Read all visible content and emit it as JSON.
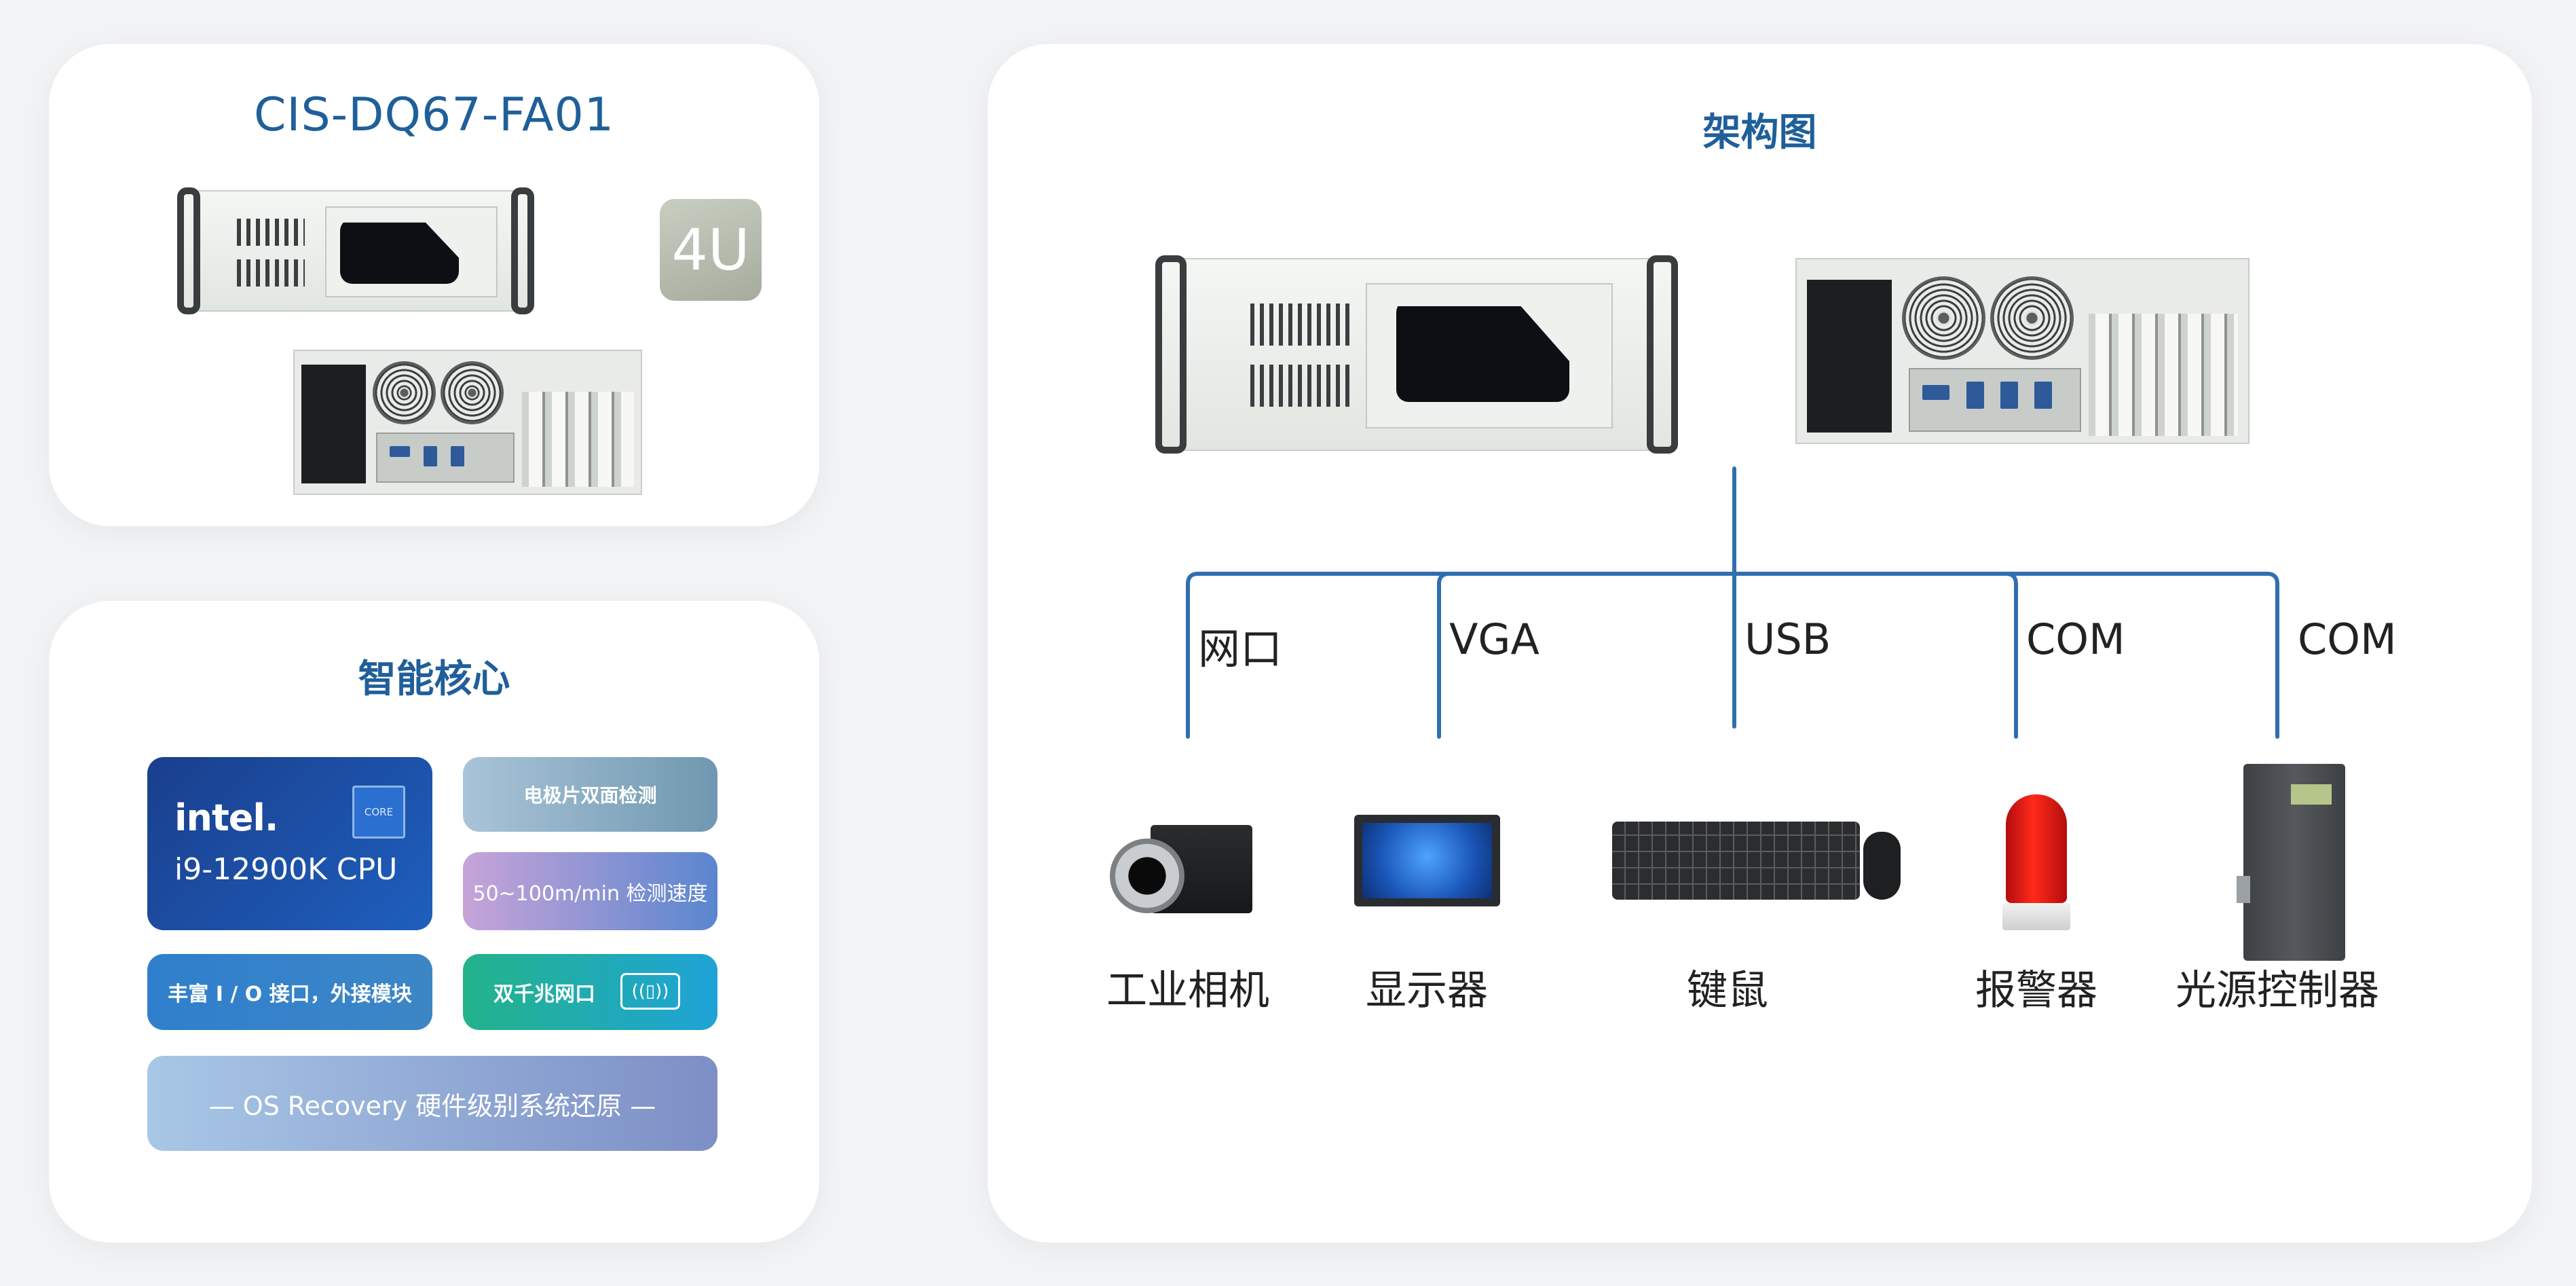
{
  "product": {
    "model": "CIS-DQ67-FA01",
    "rack_size": "4U"
  },
  "core": {
    "title": "智能核心",
    "intel_logo": "intel.",
    "intel_badge": "CORE",
    "cpu": "i9-12900K CPU",
    "electrode": "电极片双面检测",
    "speed": "50~100m/min 检测速度",
    "io": "丰富 I / O 接口，外接模块",
    "gige": "双千兆网口",
    "os_recovery": "— OS Recovery 硬件级别系统还原 —"
  },
  "architecture": {
    "title": "架构图",
    "connections": [
      {
        "label": "网口",
        "device": "工业相机"
      },
      {
        "label": "VGA",
        "device": "显示器"
      },
      {
        "label": "USB",
        "device": "键鼠"
      },
      {
        "label": "COM",
        "device": "报警器"
      },
      {
        "label": "COM",
        "device": "光源控制器"
      }
    ]
  },
  "colors": {
    "accent": "#1f5f9a",
    "line": "#2f6fb0"
  }
}
